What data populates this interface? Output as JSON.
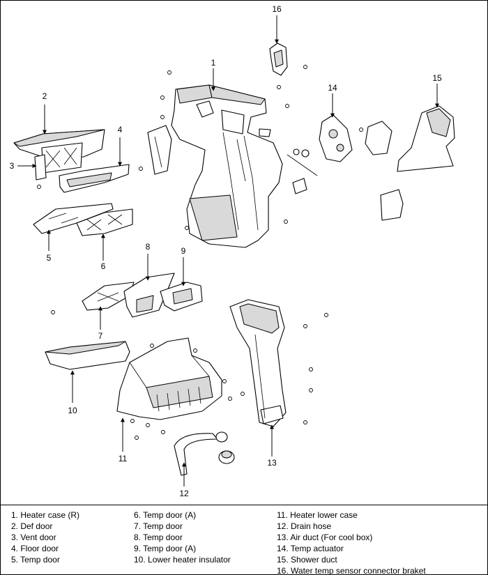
{
  "callouts": [
    {
      "id": "1",
      "text": "1"
    },
    {
      "id": "2",
      "text": "2"
    },
    {
      "id": "3",
      "text": "3"
    },
    {
      "id": "4",
      "text": "4"
    },
    {
      "id": "5",
      "text": "5"
    },
    {
      "id": "6",
      "text": "6"
    },
    {
      "id": "7",
      "text": "7"
    },
    {
      "id": "8",
      "text": "8"
    },
    {
      "id": "9",
      "text": "9"
    },
    {
      "id": "10",
      "text": "10"
    },
    {
      "id": "11",
      "text": "11"
    },
    {
      "id": "12",
      "text": "12"
    },
    {
      "id": "13",
      "text": "13"
    },
    {
      "id": "14",
      "text": "14"
    },
    {
      "id": "15",
      "text": "15"
    },
    {
      "id": "16",
      "text": "16"
    }
  ],
  "legend": {
    "col1": [
      "1. Heater case (R)",
      "2. Def door",
      "3. Vent door",
      "4. Floor door",
      "5. Temp door"
    ],
    "col2": [
      "6. Temp door (A)",
      "7. Temp door",
      "8. Temp door",
      "9. Temp door (A)",
      "10. Lower heater insulator"
    ],
    "col3": [
      "11. Heater lower case",
      "12. Drain hose",
      "13. Air duct (For cool box)",
      "14. Temp actuator",
      "15. Shower duct",
      "16. Water temp sensor connector braket"
    ]
  }
}
